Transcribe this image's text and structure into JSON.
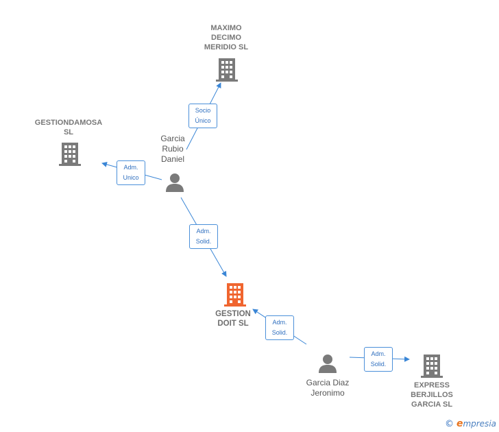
{
  "colors": {
    "node_gray": "#7a7a7a",
    "node_main": "#f0652f",
    "edge": "#3a86d6"
  },
  "nodes": {
    "maximo": {
      "label": "MAXIMO\nDECIMO\nMERIDIO SL",
      "icon": "building-icon"
    },
    "gestiondamosa": {
      "label": "GESTIONDAMOSA\nSL",
      "icon": "building-icon"
    },
    "gestion_doit": {
      "label": "GESTION\nDOIT  SL",
      "icon": "building-icon"
    },
    "express": {
      "label": "EXPRESS\nBERJILLOS\nGARCIA  SL",
      "icon": "building-icon"
    },
    "garcia_rubio": {
      "label": "Garcia\nRubio\nDaniel",
      "icon": "person-icon"
    },
    "garcia_diaz": {
      "label": "Garcia Diaz\nJeronimo",
      "icon": "person-icon"
    }
  },
  "relations": [
    {
      "from": "garcia_rubio",
      "to": "maximo",
      "label_line1": "Socio",
      "label_line2": "Único"
    },
    {
      "from": "garcia_rubio",
      "to": "gestiondamosa",
      "label_line1": "Adm.",
      "label_line2": "Unico"
    },
    {
      "from": "garcia_rubio",
      "to": "gestion_doit",
      "label_line1": "Adm.",
      "label_line2": "Solid."
    },
    {
      "from": "garcia_diaz",
      "to": "gestion_doit",
      "label_line1": "Adm.",
      "label_line2": "Solid."
    },
    {
      "from": "garcia_diaz",
      "to": "express",
      "label_line1": "Adm.",
      "label_line2": "Solid."
    }
  ],
  "brand": {
    "copyright": "©",
    "e": "e",
    "rest": "mpresia"
  }
}
